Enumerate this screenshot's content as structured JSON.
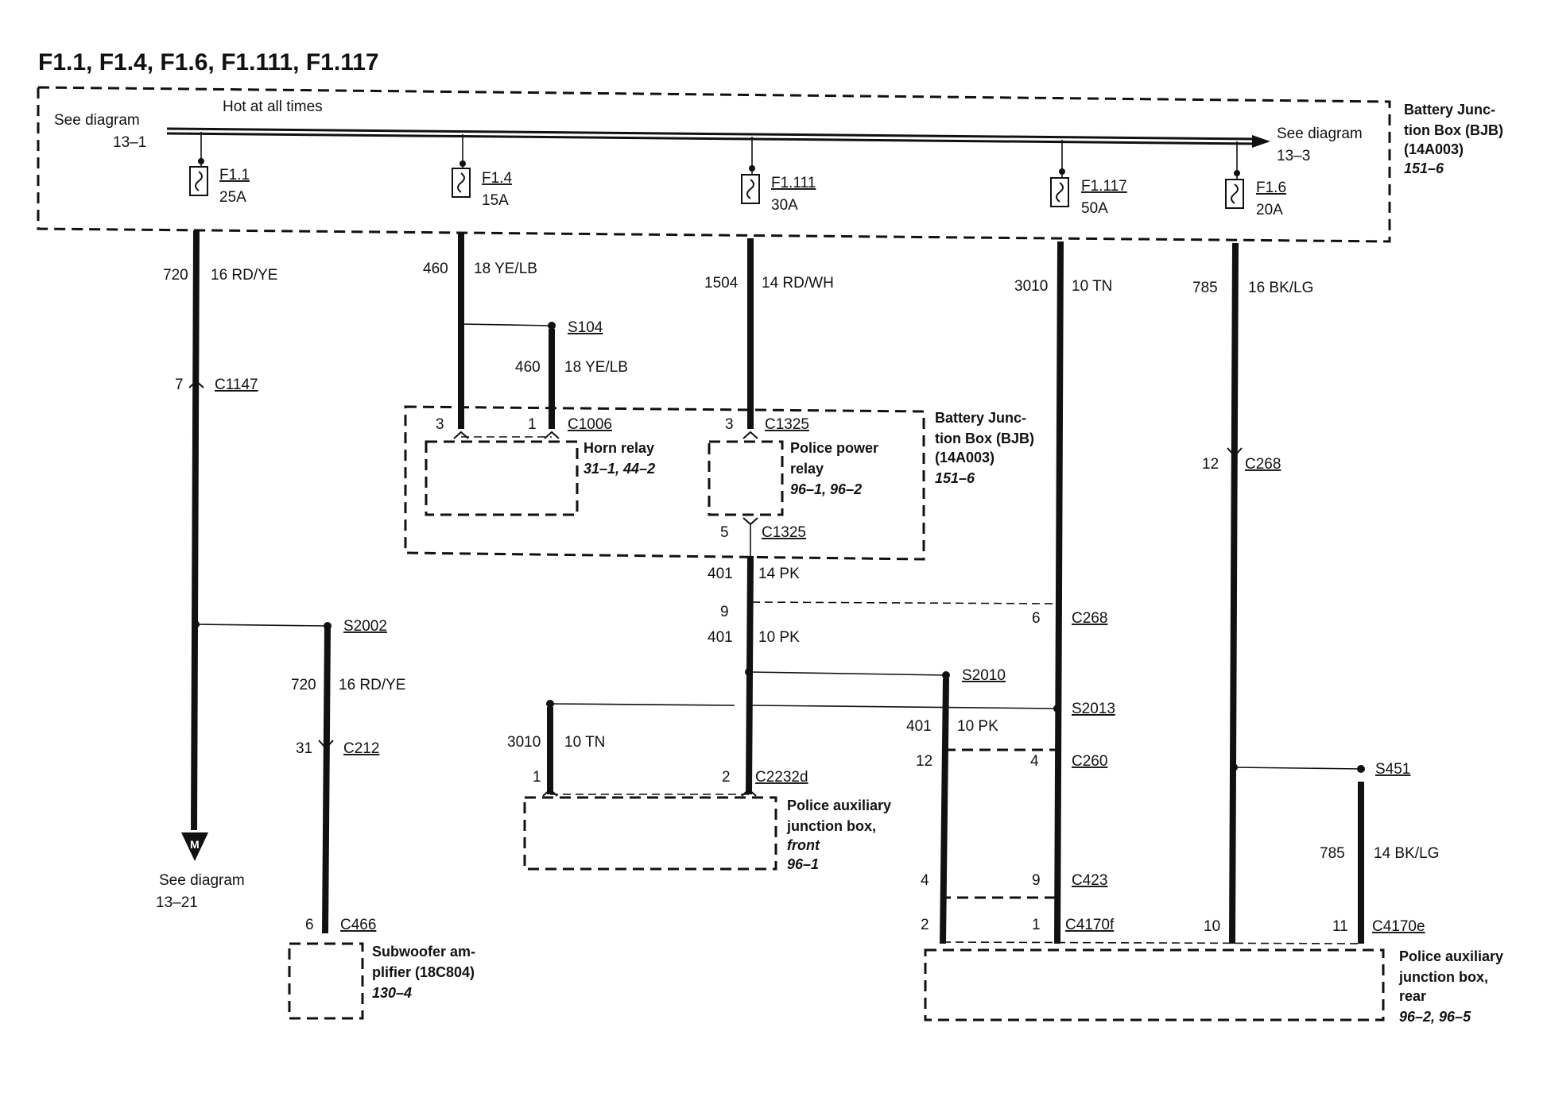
{
  "title": "F1.1, F1.4, F1.6, F1.111, F1.117",
  "hot_label": "Hot at all times",
  "bus_left": {
    "text": "See diagram",
    "ref": "13–1"
  },
  "bus_right": {
    "text": "See diagram",
    "ref": "13–3"
  },
  "bjb_main": {
    "line1": "Battery Junc-",
    "line2": "tion Box (BJB)",
    "line3": "(14A003)",
    "ref": "151–6"
  },
  "bjb_relay": {
    "line1": "Battery Junc-",
    "line2": "tion Box (BJB)",
    "line3": "(14A003)",
    "ref": "151–6"
  },
  "fuses": [
    {
      "name": "F1.1",
      "rating": "25A"
    },
    {
      "name": "F1.4",
      "rating": "15A"
    },
    {
      "name": "F1.111",
      "rating": "30A"
    },
    {
      "name": "F1.117",
      "rating": "50A"
    },
    {
      "name": "F1.6",
      "rating": "20A"
    }
  ],
  "wires": {
    "w720a": {
      "num": "720",
      "spec": "16 RD/YE"
    },
    "w460a": {
      "num": "460",
      "spec": "18 YE/LB"
    },
    "w1504": {
      "num": "1504",
      "spec": "14 RD/WH"
    },
    "w3010a": {
      "num": "3010",
      "spec": "10 TN"
    },
    "w785a": {
      "num": "785",
      "spec": "16 BK/LG"
    },
    "w460b": {
      "num": "460",
      "spec": "18 YE/LB"
    },
    "w401a": {
      "num": "401",
      "spec": "14 PK"
    },
    "w401b": {
      "num": "401",
      "spec": "10 PK"
    },
    "w720b": {
      "num": "720",
      "spec": "16 RD/YE"
    },
    "w3010b": {
      "num": "3010",
      "spec": "10 TN"
    },
    "w401c": {
      "num": "401",
      "spec": "10 PK"
    },
    "w785b": {
      "num": "785",
      "spec": "14 BK/LG"
    }
  },
  "splices": {
    "s104": "S104",
    "s2002": "S2002",
    "s2010": "S2010",
    "s2013": "S2013",
    "s451": "S451"
  },
  "connectors": {
    "c1147": {
      "pin": "7",
      "id": "C1147"
    },
    "c1006": {
      "pin3": "3",
      "pin1": "1",
      "id": "C1006"
    },
    "c1325top": {
      "pin": "3",
      "id": "C1325"
    },
    "c1325bot": {
      "pin": "5",
      "id": "C1325"
    },
    "c268top": {
      "pin": "12",
      "id": "C268"
    },
    "c268mid": {
      "pin9": "9",
      "pin6": "6",
      "id": "C268"
    },
    "c212": {
      "pin": "31",
      "id": "C212"
    },
    "c466": {
      "pin": "6",
      "id": "C466"
    },
    "c2232d": {
      "pin1": "1",
      "pin2": "2",
      "id": "C2232d"
    },
    "c260": {
      "pin12": "12",
      "pin4": "4",
      "id": "C260"
    },
    "c423": {
      "pin4": "4",
      "pin9": "9",
      "id": "C423"
    },
    "c4170f": {
      "pin2": "2",
      "pin1": "1",
      "id": "C4170f"
    },
    "c4170e": {
      "pin10": "10",
      "pin11": "11",
      "id": "C4170e"
    }
  },
  "ground_symbol": "M",
  "ground_ref": {
    "text": "See diagram",
    "ref": "13–21"
  },
  "components": {
    "horn_relay": {
      "name": "Horn relay",
      "ref": "31–1, 44–2"
    },
    "police_power_relay": {
      "line1": "Police power",
      "line2": "relay",
      "ref": "96–1, 96–2"
    },
    "pajb_front": {
      "line1": "Police auxiliary",
      "line2": "junction box,",
      "line3": "front",
      "ref": "96–1"
    },
    "subwoofer": {
      "line1": "Subwoofer am-",
      "line2": "plifier (18C804)",
      "ref": "130–4"
    },
    "pajb_rear": {
      "line1": "Police auxiliary",
      "line2": "junction box,",
      "line3": "rear",
      "ref": "96–2, 96–5"
    }
  }
}
